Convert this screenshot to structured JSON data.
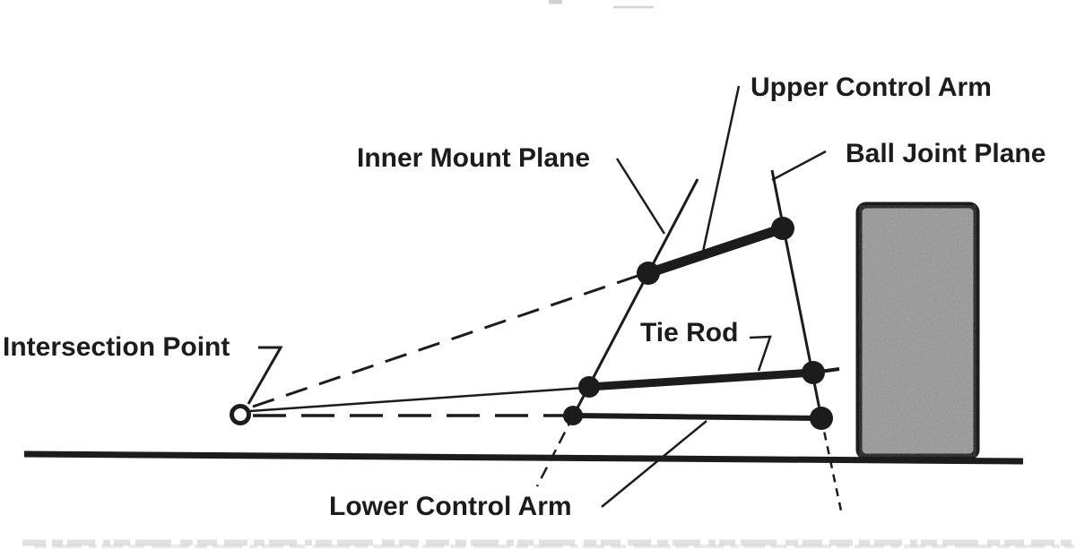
{
  "diagram": {
    "kind": "suspension-front-view-geometry-diagram",
    "labels": {
      "upper_control_arm": "Upper Control Arm",
      "ball_joint_plane": "Ball Joint Plane",
      "inner_mount_plane": "Inner Mount Plane",
      "tie_rod": "Tie Rod",
      "intersection_point": "Intersection Point",
      "lower_control_arm": "Lower Control Arm"
    },
    "colors": {
      "ink": "#1c1c1c",
      "background": "#ffffff",
      "tire_fill": "#a9a9a9",
      "scan_artifact": "#c6caca"
    }
  }
}
